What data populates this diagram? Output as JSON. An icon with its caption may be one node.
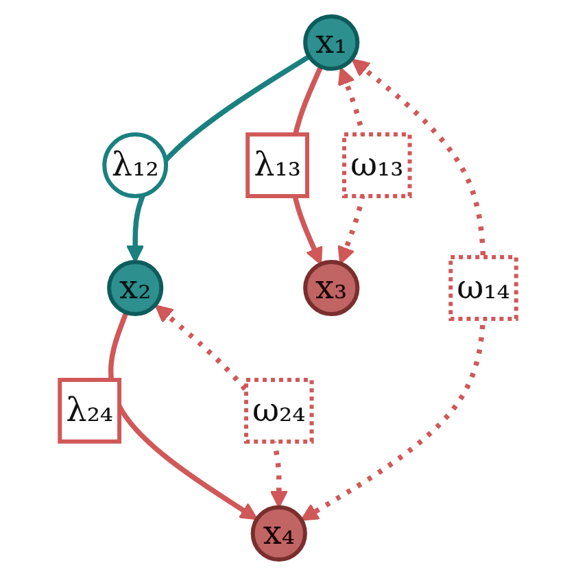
{
  "diagram": {
    "nodes": [
      {
        "text": [
          "x₁"
        ]
      },
      {
        "text": [
          "x₂"
        ]
      },
      {
        "text": [
          "x₃"
        ]
      },
      {
        "text": [
          "x₄"
        ]
      }
    ],
    "edges": [
      {
        "from": 0,
        "to": 1,
        "arrow": "to",
        "label": "λ₁₂",
        "color": "#1a8080"
      },
      {
        "from": 0,
        "to": 2,
        "arrow": "to",
        "label": "λ₁₃"
      },
      {
        "from": 1,
        "to": 3,
        "arrow": "to",
        "label": "λ₂₄"
      },
      {
        "from": 0,
        "to": 2,
        "arrow": "both",
        "label": "ω₁₃",
        "style": "dashed"
      },
      {
        "from": 0,
        "to": 3,
        "arrow": "both",
        "label": "ω₁₄",
        "style": "dashed"
      },
      {
        "from": 1,
        "to": 3,
        "arrow": "both",
        "label": "ω₂₄",
        "style": "dashed"
      }
    ]
  }
}
